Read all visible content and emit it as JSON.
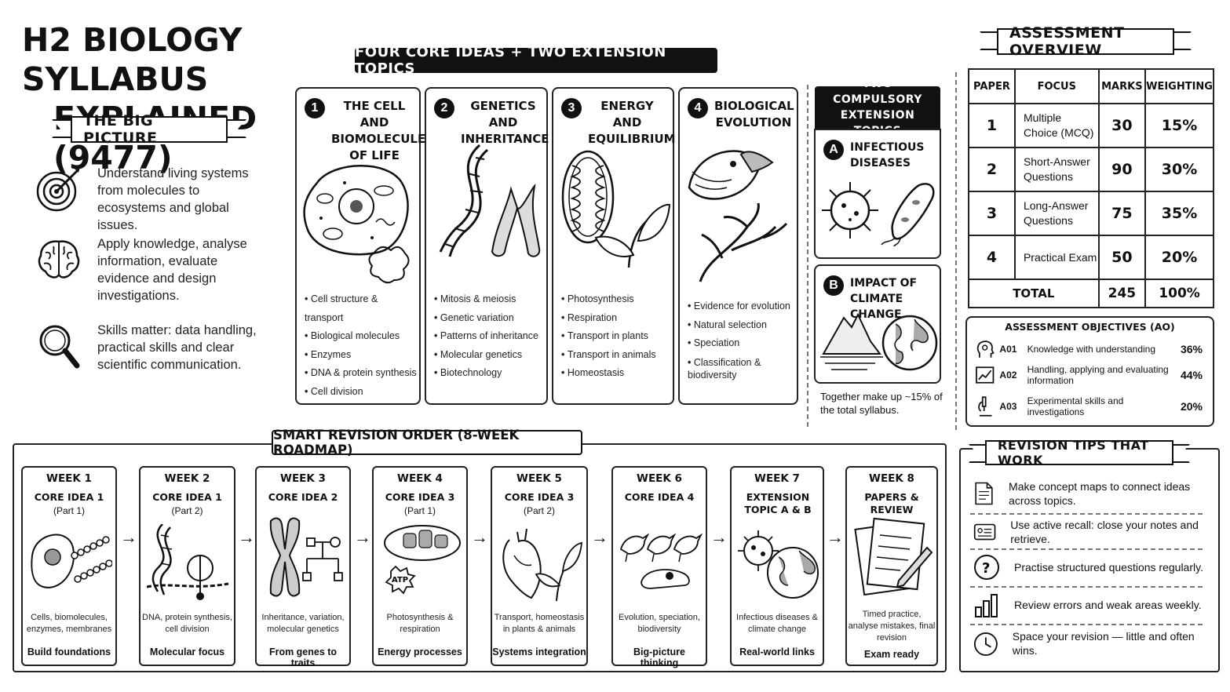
{
  "title_line1": "H2 BIOLOGY SYLLABUS",
  "title_line2": "EXPLAINED (9477)",
  "big_picture": {
    "heading": "THE BIG PICTURE",
    "points": [
      {
        "icon": "target-icon",
        "text": "Understand living systems from molecules to ecosystems and global issues."
      },
      {
        "icon": "brain-icon",
        "text": "Apply knowledge, analyse information, evaluate evidence and design investigations."
      },
      {
        "icon": "magnifier-icon",
        "text": "Skills matter: data handling, practical skills and clear scientific communication."
      }
    ]
  },
  "core_heading": "FOUR CORE IDEAS + TWO EXTENSION TOPICS",
  "core_ideas": [
    {
      "num": "1",
      "title": "THE CELL AND BIOMOLECULES OF LIFE",
      "icon": "cell-icon",
      "items": [
        "Cell structure & transport",
        "Biological molecules",
        "Enzymes",
        "DNA & protein synthesis",
        "Cell division"
      ]
    },
    {
      "num": "2",
      "title": "GENETICS AND INHERITANCE",
      "icon": "dna-icon",
      "items": [
        "Mitosis & meiosis",
        "Genetic variation",
        "Patterns of inheritance",
        "Molecular genetics",
        "Biotechnology"
      ]
    },
    {
      "num": "3",
      "title": "ENERGY AND EQUILIBRIUM",
      "icon": "mitochondrion-icon",
      "items": [
        "Photosynthesis",
        "Respiration",
        "Transport in plants",
        "Transport in animals",
        "Homeostasis"
      ]
    },
    {
      "num": "4",
      "title": "BIOLOGICAL EVOLUTION",
      "icon": "finch-icon",
      "items": [
        "Evidence for evolution",
        "Natural selection",
        "Speciation",
        "Classification & biodiversity"
      ]
    }
  ],
  "extension": {
    "heading": "TWO COMPULSORY EXTENSION TOPICS",
    "topics": [
      {
        "letter": "A",
        "title": "INFECTIOUS DISEASES",
        "icon": "virus-icon"
      },
      {
        "letter": "B",
        "title": "IMPACT OF CLIMATE CHANGE",
        "icon": "iceberg-globe-icon"
      }
    ],
    "note": "Together make up ~15% of the total syllabus."
  },
  "assessment": {
    "heading": "ASSESSMENT OVERVIEW",
    "columns": [
      "PAPER",
      "FOCUS",
      "MARKS",
      "WEIGHTING"
    ],
    "rows": [
      {
        "paper": "1",
        "focus": "Multiple Choice (MCQ)",
        "marks": "30",
        "weight": "15%"
      },
      {
        "paper": "2",
        "focus": "Short-Answer Questions",
        "marks": "90",
        "weight": "30%"
      },
      {
        "paper": "3",
        "focus": "Long-Answer Questions",
        "marks": "75",
        "weight": "35%"
      },
      {
        "paper": "4",
        "focus": "Practical Exam",
        "marks": "50",
        "weight": "20%"
      }
    ],
    "total_label": "TOTAL",
    "total_marks": "245",
    "total_weight": "100%"
  },
  "objectives": {
    "heading": "ASSESSMENT OBJECTIVES (AO)",
    "items": [
      {
        "code": "A01",
        "text": "Knowledge with understanding",
        "pct": "36%",
        "icon": "head-gear-icon"
      },
      {
        "code": "A02",
        "text": "Handling, applying and evaluating information",
        "pct": "44%",
        "icon": "chart-icon"
      },
      {
        "code": "A03",
        "text": "Experimental skills and investigations",
        "pct": "20%",
        "icon": "microscope-icon"
      }
    ]
  },
  "roadmap": {
    "heading": "SMART REVISION ORDER (8-WEEK ROADMAP)",
    "weeks": [
      {
        "week": "WEEK 1",
        "topic": "CORE IDEA 1",
        "part": "(Part 1)",
        "desc": "Cells, biomolecules, enzymes, membranes",
        "focus": "Build foundations"
      },
      {
        "week": "WEEK 2",
        "topic": "CORE IDEA 1",
        "part": "(Part 2)",
        "desc": "DNA, protein synthesis, cell division",
        "focus": "Molecular focus"
      },
      {
        "week": "WEEK 3",
        "topic": "CORE IDEA 2",
        "part": "",
        "desc": "Inheritance, variation, molecular genetics",
        "focus": "From genes to traits"
      },
      {
        "week": "WEEK 4",
        "topic": "CORE IDEA 3",
        "part": "(Part 1)",
        "desc": "Photosynthesis & respiration",
        "focus": "Energy processes"
      },
      {
        "week": "WEEK 5",
        "topic": "CORE IDEA 3",
        "part": "(Part 2)",
        "desc": "Transport, homeostasis in plants & animals",
        "focus": "Systems integration"
      },
      {
        "week": "WEEK 6",
        "topic": "CORE IDEA 4",
        "part": "",
        "desc": "Evolution, speciation, biodiversity",
        "focus": "Big-picture thinking"
      },
      {
        "week": "WEEK 7",
        "topic": "EXTENSION TOPIC A & B",
        "part": "",
        "desc": "Infectious diseases & climate change",
        "focus": "Real-world links"
      },
      {
        "week": "WEEK 8",
        "topic": "PAPERS & REVIEW",
        "part": "",
        "desc": "Timed practice, analyse mistakes, final revision",
        "focus": "Exam ready"
      }
    ]
  },
  "tips": {
    "heading": "REVISION TIPS THAT WORK",
    "items": [
      {
        "icon": "concept-map-icon",
        "text": "Make concept maps to connect ideas across topics."
      },
      {
        "icon": "flashcard-icon",
        "text": "Use active recall: close your notes and retrieve."
      },
      {
        "icon": "question-icon",
        "text": "Practise structured questions regularly."
      },
      {
        "icon": "bar-chart-icon",
        "text": "Review errors and weak areas weekly."
      },
      {
        "icon": "clock-icon",
        "text": "Space your revision — little and often wins."
      }
    ]
  }
}
